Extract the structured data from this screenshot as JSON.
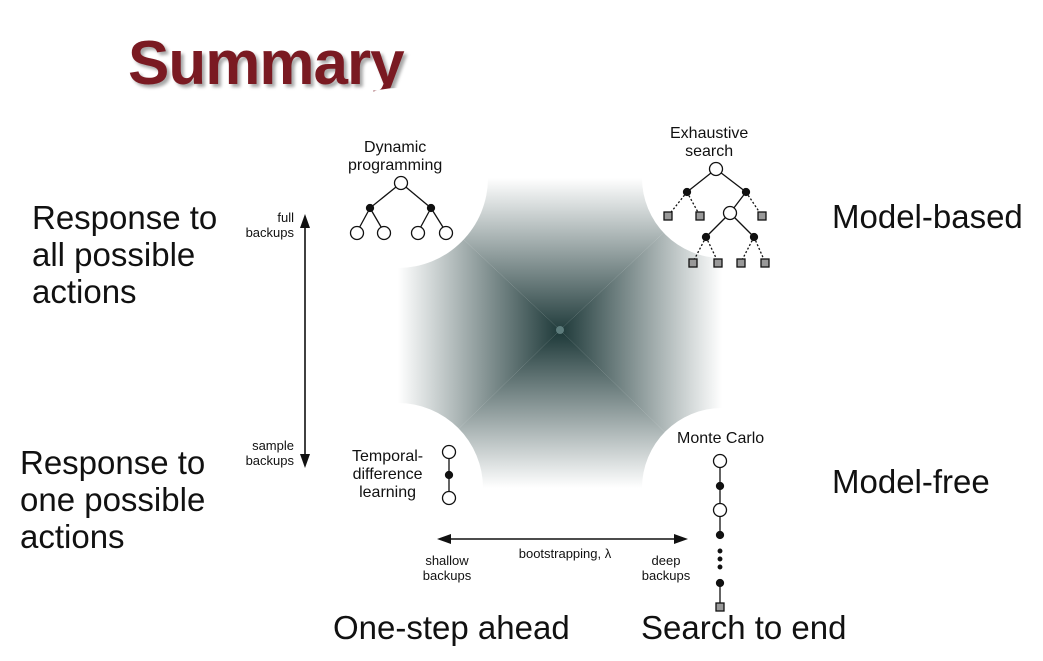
{
  "title": "Summary",
  "left_labels": {
    "top": [
      "Response to",
      "all possible",
      "actions"
    ],
    "bottom": [
      "Response to",
      "one possible",
      "actions"
    ]
  },
  "right_labels": {
    "top": "Model-based",
    "bottom": "Model-free"
  },
  "bottom_labels": {
    "left": "One-step ahead",
    "right": "Search to end"
  },
  "corners": {
    "top_left": [
      "Dynamic",
      "programming"
    ],
    "top_right": [
      "Exhaustive",
      "search"
    ],
    "bottom_left": [
      "Temporal-",
      "difference",
      "learning"
    ],
    "bottom_right": "Monte Carlo"
  },
  "axes": {
    "vertical_top": [
      "full",
      "backups"
    ],
    "vertical_bottom": [
      "sample",
      "backups"
    ],
    "horizontal_left": [
      "shallow",
      "backups"
    ],
    "horizontal_middle": "bootstrapping, λ",
    "horizontal_right": [
      "deep",
      "backups"
    ]
  },
  "colors": {
    "title": "#7a1a22",
    "center": "#1f3a3a",
    "edge": "#ffffff"
  }
}
